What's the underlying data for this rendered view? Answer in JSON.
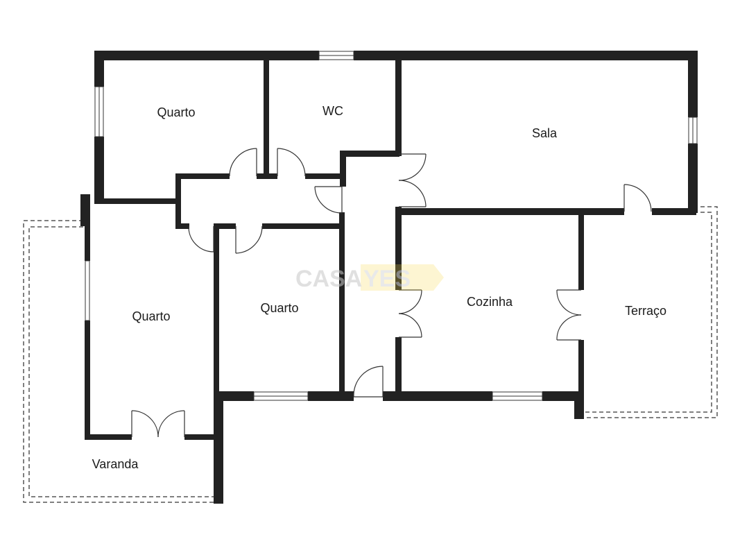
{
  "rooms": {
    "quarto_top": "Quarto",
    "wc": "WC",
    "sala": "Sala",
    "quarto_left": "Quarto",
    "quarto_mid": "Quarto",
    "cozinha": "Cozinha",
    "terraco": "Terraço",
    "varanda": "Varanda"
  },
  "watermark": {
    "part1": "CASA",
    "part2": "YES"
  },
  "colors": {
    "wall": "#222222",
    "watermark_grey": "#c8c8c8",
    "watermark_yellow": "#f6d64a"
  }
}
